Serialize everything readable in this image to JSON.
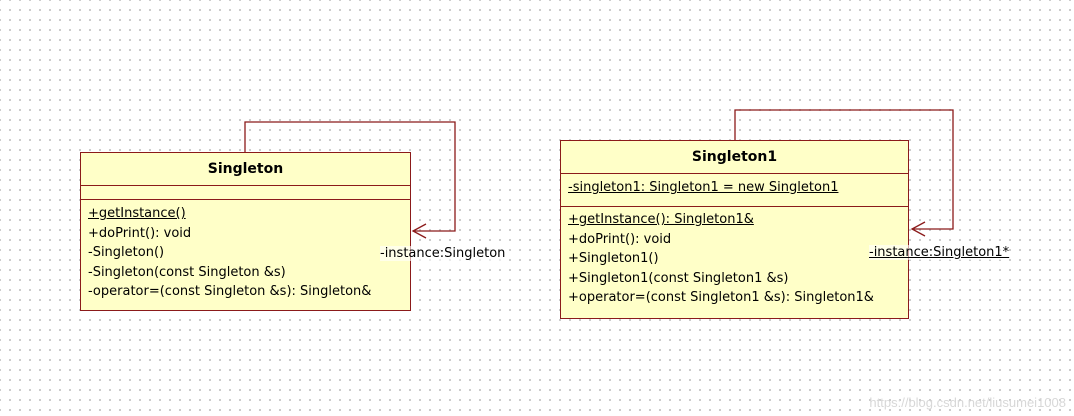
{
  "classes": [
    {
      "name": "Singleton",
      "attributes": [],
      "operations": [
        {
          "text": "+getInstance()",
          "static": true
        },
        {
          "text": "+doPrint(): void",
          "static": false
        },
        {
          "text": "-Singleton()",
          "static": false
        },
        {
          "text": "-Singleton(const Singleton &s)",
          "static": false
        },
        {
          "text": "-operator=(const Singleton &s): Singleton&",
          "static": false
        }
      ]
    },
    {
      "name": "Singleton1",
      "attributes": [
        {
          "text": "-singleton1: Singleton1 = new Singleton1",
          "static": true
        }
      ],
      "operations": [
        {
          "text": "+getInstance(): Singleton1&",
          "static": true
        },
        {
          "text": "+doPrint(): void",
          "static": false
        },
        {
          "text": "+Singleton1()",
          "static": false
        },
        {
          "text": "+Singleton1(const Singleton1 &s)",
          "static": false
        },
        {
          "text": "+operator=(const Singleton1 &s): Singleton1&",
          "static": false
        }
      ]
    }
  ],
  "associations": [
    {
      "label": "-instance:Singleton",
      "static": false
    },
    {
      "label": "-instance:Singleton1*",
      "static": true
    }
  ],
  "watermark": "https://blog.csdn.net/liusumei1008",
  "colors": {
    "border": "#8b1a1a",
    "fill": "#ffffc8",
    "line": "#8b1a1a"
  }
}
